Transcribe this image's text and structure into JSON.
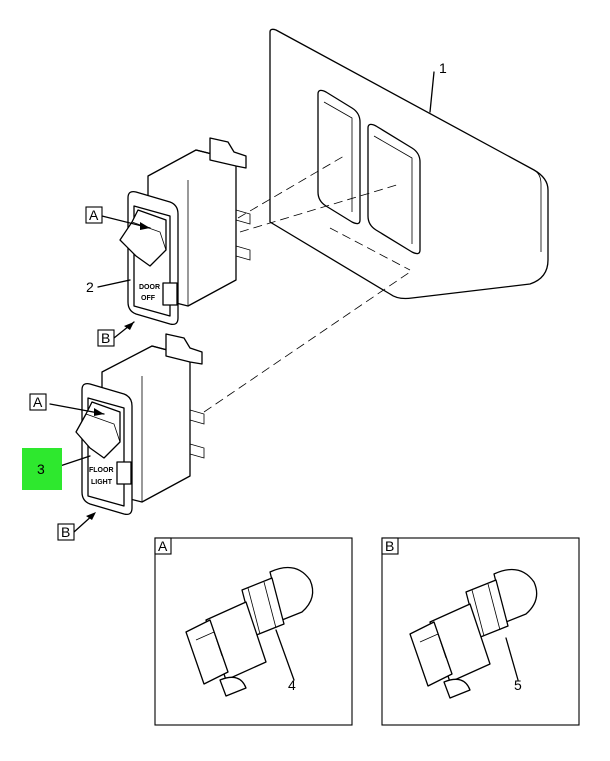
{
  "callouts": {
    "item1": "1",
    "item2": "2",
    "item3": "3",
    "item4": "4",
    "item5": "5"
  },
  "view_refs": {
    "a_upper": "A",
    "b_upper": "B",
    "a_lower": "A",
    "b_lower": "B"
  },
  "detail_views": {
    "a_title": "A",
    "b_title": "B"
  },
  "switch_legends": {
    "upper_line1": "DOOR",
    "upper_line2": "OFF",
    "lower_line1": "FLOOR",
    "lower_line2": "LIGHT"
  },
  "colors": {
    "highlight": "#2ee82e",
    "line": "#000000",
    "background": "#ffffff"
  }
}
